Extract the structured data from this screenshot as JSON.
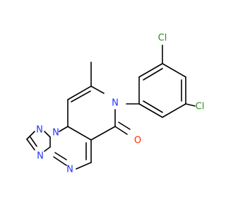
{
  "molecule": {
    "atoms": [
      {
        "id": "cl1",
        "symbol": "Cl",
        "element": "Cl"
      },
      {
        "id": "cl2",
        "symbol": "Cl",
        "element": "Cl"
      },
      {
        "id": "n_amide",
        "symbol": "N",
        "element": "N"
      },
      {
        "id": "o_carbonyl",
        "symbol": "O",
        "element": "O"
      },
      {
        "id": "n_bridge",
        "symbol": "N",
        "element": "N"
      },
      {
        "id": "n_triazole_top",
        "symbol": "N",
        "element": "N"
      },
      {
        "id": "n_triazole_bottom",
        "symbol": "N",
        "element": "N"
      },
      {
        "id": "n_pyrimidine",
        "symbol": "N",
        "element": "N"
      }
    ]
  },
  "colors": {
    "carbon_bond": "#000000",
    "N": "#2233ff",
    "O": "#ff2a00",
    "Cl": "#2e8b22",
    "background": "#ffffff"
  }
}
